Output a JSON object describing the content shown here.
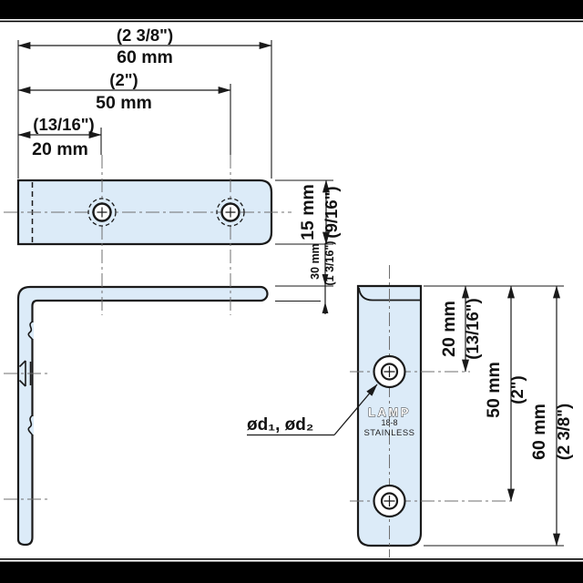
{
  "colors": {
    "part_fill": "#dcebf8",
    "line": "#1a1a1a",
    "centerline": "#6f6f6f",
    "frame_bar": "#000000"
  },
  "dimensions": {
    "top_view": {
      "overall_width": {
        "mm": "60 mm",
        "inch": "(2 3/8\")"
      },
      "hole_pitch": {
        "mm": "50 mm",
        "inch": "(2\")"
      },
      "hole_offset": {
        "mm": "20 mm",
        "inch": "(13/16\")"
      },
      "plate_width": {
        "mm": "15 mm",
        "inch": "(9/16\")"
      },
      "leg_projection": {
        "mm": "30 mm",
        "inch": "(1 3/16\")"
      }
    },
    "front_view": {
      "hole_offset": {
        "mm": "20 mm",
        "inch": "(13/16\")"
      },
      "hole_pitch": {
        "mm": "50 mm",
        "inch": "(2\")"
      },
      "overall_height": {
        "mm": "60 mm",
        "inch": "(2 3/8\")"
      }
    }
  },
  "labels": {
    "hole_diameters": "ød₁, ød₂"
  },
  "branding": {
    "logo": "LAMP",
    "alloy": "18-8",
    "material": "STAINLESS"
  }
}
